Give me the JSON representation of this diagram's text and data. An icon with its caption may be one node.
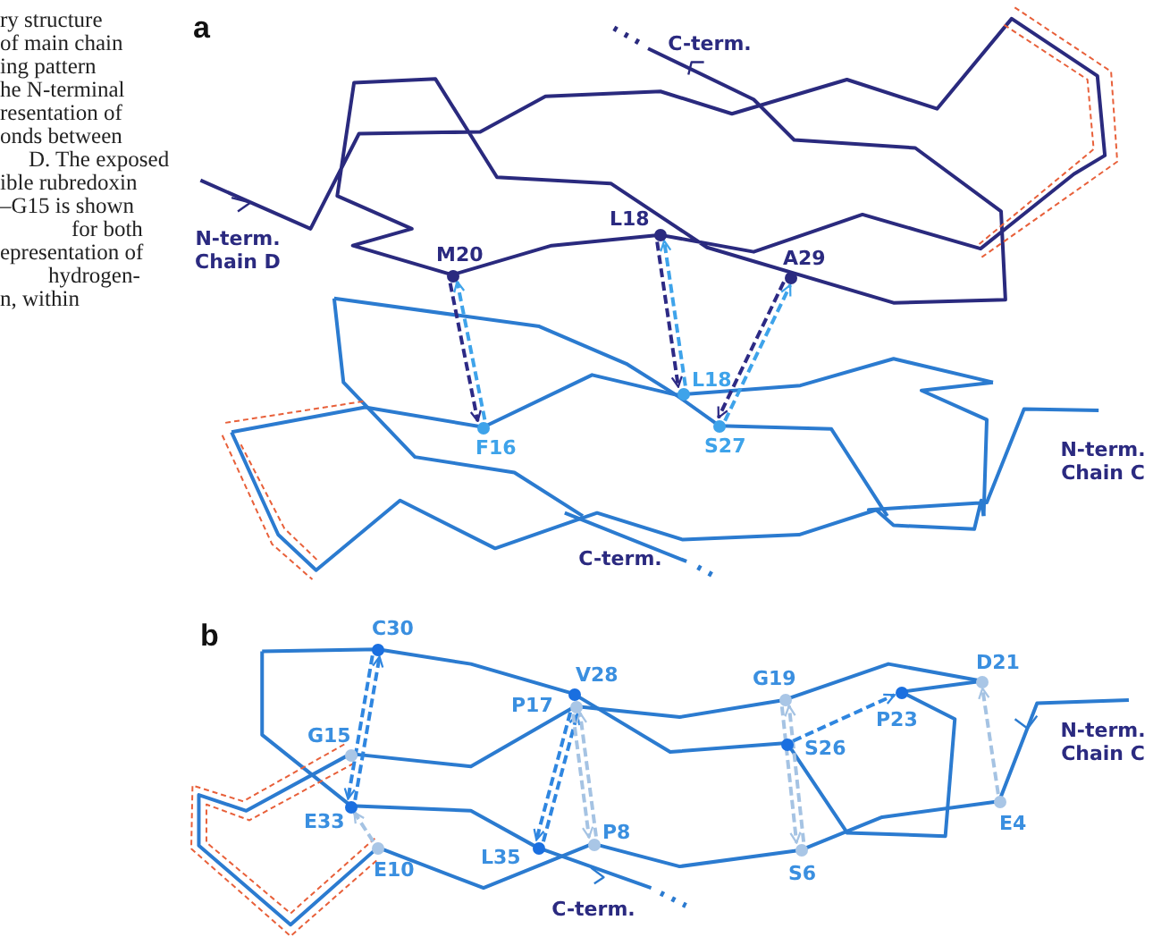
{
  "diagram": {
    "nodes": [
      {
        "text": [
          "M20"
        ]
      },
      {
        "text": [
          "L18"
        ]
      },
      {
        "text": [
          "A29"
        ]
      },
      {
        "text": [
          "F16"
        ]
      },
      {
        "text": [
          "L18"
        ]
      },
      {
        "text": [
          "S27"
        ]
      },
      {
        "text": [
          "C30"
        ]
      },
      {
        "text": [
          "V28"
        ]
      },
      {
        "text": [
          "G19"
        ]
      },
      {
        "text": [
          "D21"
        ]
      },
      {
        "text": [
          "P17"
        ]
      },
      {
        "text": [
          "P23"
        ]
      },
      {
        "text": [
          "G15"
        ]
      },
      {
        "text": [
          "S26"
        ]
      },
      {
        "text": [
          "E33"
        ]
      },
      {
        "text": [
          "P8"
        ]
      },
      {
        "text": [
          "E4"
        ]
      },
      {
        "text": [
          "L35"
        ]
      },
      {
        "text": [
          "E10"
        ]
      },
      {
        "text": [
          "S6"
        ]
      }
    ],
    "edges": [
      {
        "from": 0,
        "to": 3,
        "arrow": "to",
        "style": "dashed",
        "color": "#2d2a85"
      },
      {
        "from": 3,
        "to": 0,
        "arrow": "to",
        "style": "dashed",
        "color": "#3ea3ea"
      },
      {
        "from": 1,
        "to": 4,
        "arrow": "to",
        "style": "dashed",
        "color": "#2d2a85"
      },
      {
        "from": 4,
        "to": 1,
        "arrow": "to",
        "style": "dashed",
        "color": "#3ea3ea"
      },
      {
        "from": 2,
        "to": 5,
        "arrow": "to",
        "style": "dashed",
        "color": "#2d2a85"
      },
      {
        "from": 5,
        "to": 2,
        "arrow": "to",
        "style": "dashed",
        "color": "#3ea3ea"
      },
      {
        "from": 14,
        "to": 6,
        "arrow": "to",
        "style": "dashed",
        "color": "#2f86e0"
      },
      {
        "from": 6,
        "to": 14,
        "arrow": "to",
        "style": "dashed",
        "color": "#2f86e0"
      },
      {
        "from": 18,
        "to": 14,
        "arrow": "to",
        "style": "dashed",
        "color": "#a5c3e3"
      },
      {
        "from": 17,
        "to": 10,
        "arrow": "to",
        "style": "dashed",
        "color": "#2f86e0"
      },
      {
        "from": 10,
        "to": 17,
        "arrow": "to",
        "style": "dashed",
        "color": "#2f86e0"
      },
      {
        "from": 15,
        "to": 10,
        "arrow": "to",
        "style": "dashed",
        "color": "#a5c3e3"
      },
      {
        "from": 10,
        "to": 15,
        "arrow": "to",
        "style": "dashed",
        "color": "#a5c3e3"
      },
      {
        "from": 19,
        "to": 8,
        "arrow": "to",
        "style": "dashed",
        "color": "#a5c3e3"
      },
      {
        "from": 8,
        "to": 19,
        "arrow": "to",
        "style": "dashed",
        "color": "#a5c3e3"
      },
      {
        "from": 13,
        "to": 11,
        "arrow": "to",
        "style": "dashed",
        "color": "#2f86e0"
      },
      {
        "from": 16,
        "to": 9,
        "arrow": "to",
        "style": "dashed",
        "color": "#a5c3e3"
      }
    ],
    "labels": [
      "ry structure",
      "of main chain",
      "ing pattern",
      "he N-terminal",
      "resentation of",
      "onds between",
      "D. The exposed",
      "ible rubredoxin",
      "–G15 is shown",
      "for both",
      "epresentation of",
      "hydrogen-",
      "n, within",
      "a",
      "C-term.",
      "N-term. Chain D",
      "N-term. Chain C",
      "C-term.",
      "b",
      "N-term. Chain C",
      "C-term."
    ]
  }
}
